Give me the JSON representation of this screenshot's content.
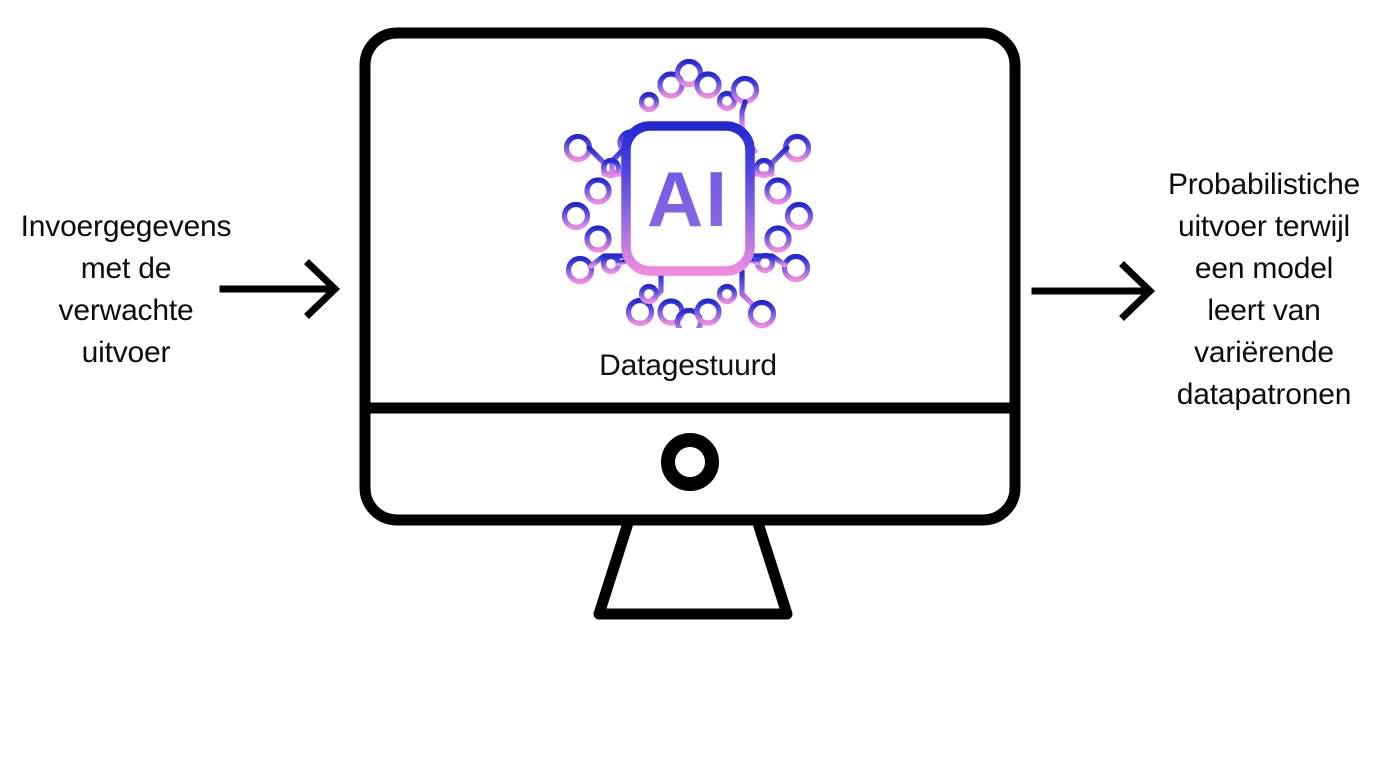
{
  "diagram": {
    "title_text_left": "Invoergegevens\nmet de\nverwachte\nuitvoer",
    "title_text_right": "Probabilistiche\nuitvoer terwijl\neen model\nleert van\nvariërende\ndatapatronen",
    "screen_label": "Datagestuurd",
    "chip_label": "AI",
    "left_arrow_name": "arrow-right",
    "right_arrow_name": "arrow-right",
    "colors": {
      "background": "#ffffff",
      "stroke": "#000000",
      "text": "#0d0d0d",
      "chip_gradient_start": "#2a2ecf",
      "chip_gradient_mid": "#7b5fe0",
      "chip_gradient_end": "#e382dd",
      "ai_text_color": "#7b5fe0"
    }
  }
}
